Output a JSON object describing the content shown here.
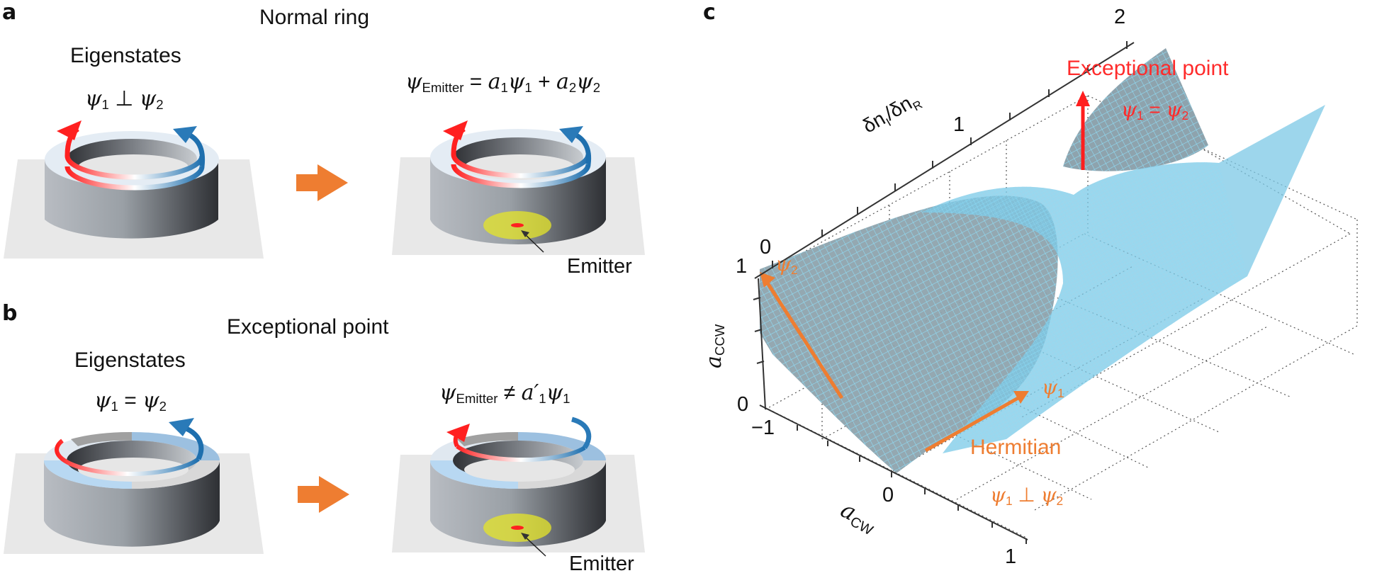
{
  "panel_a": {
    "label": "a",
    "title": "Normal ring",
    "eigen_heading": "Eigenstates",
    "eigen_relation": {
      "lhs": "ψ",
      "lhs_sub": "1",
      "op": " ⊥ ",
      "rhs": "ψ",
      "rhs_sub": "2"
    },
    "emitter_equation": {
      "psi": "ψ",
      "psi_sub": "Emitter",
      "eq": " = ",
      "a1": "a",
      "a1_sub": "1",
      "psi1": "ψ",
      "psi1_sub": "1",
      "plus": " + ",
      "a2": "a",
      "a2_sub": "2",
      "psi2": "ψ",
      "psi2_sub": "2"
    },
    "emitter_label": "Emitter"
  },
  "panel_b": {
    "label": "b",
    "title": "Exceptional point",
    "eigen_heading": "Eigenstates",
    "eigen_relation": {
      "lhs": "ψ",
      "lhs_sub": "1",
      "op": " = ",
      "rhs": "ψ",
      "rhs_sub": "2"
    },
    "emitter_equation": {
      "psi": "ψ",
      "psi_sub": "Emitter",
      "neq": " ≠ ",
      "a": "a′",
      "a_sub": "1",
      "psi1": "ψ",
      "psi1_sub": "1"
    },
    "emitter_label": "Emitter"
  },
  "panel_c": {
    "label": "c",
    "axes": {
      "delta_n_axis_label": "δn",
      "delta_n_axis_label_sub1": "I",
      "delta_n_axis_label_mid": "/δn",
      "delta_n_axis_label_sub2": "R",
      "delta_n_ticks": [
        "0",
        "1",
        "2"
      ],
      "a_ccw_label": "a",
      "a_ccw_sub": "CCW",
      "a_ccw_ticks": [
        "0",
        "1"
      ],
      "a_cw_label": "a",
      "a_cw_sub": "CW",
      "a_cw_ticks": [
        "−1",
        "0",
        "1"
      ]
    },
    "annotations": {
      "exceptional_point": "Exceptional point",
      "ep_relation": {
        "lhs": "ψ",
        "lhs_sub": "1",
        "op": " = ",
        "rhs": "ψ",
        "rhs_sub": "2"
      },
      "hermitian": "Hermitian",
      "hermitian_relation": {
        "lhs": "ψ",
        "lhs_sub": "1",
        "op": " ⊥ ",
        "rhs": "ψ",
        "rhs_sub": "2"
      },
      "psi1": {
        "sym": "ψ",
        "sub": "1"
      },
      "psi2": {
        "sym": "ψ",
        "sub": "2"
      }
    }
  },
  "colors": {
    "cw_arrow_red": "#ff2020",
    "ccw_arrow_blue": "#2a7ab8",
    "transition_arrow_orange": "#ee7d31",
    "vector_orange": "#ee7d31",
    "ep_red": "#ff2b2b",
    "surface_blue": "#7cc8e6",
    "surface_grey": "#8ea3ad",
    "emitter_glow_yellow": "#e6e628",
    "substrate_grey": "#e8e8e8"
  },
  "chart_data": {
    "type": "surface3d",
    "title": "",
    "xlabel": "a_CW",
    "ylabel": "δn_I/δn_R",
    "zlabel": "a_CCW",
    "x_ticks": [
      -1,
      0,
      1
    ],
    "y_ticks": [
      0,
      1,
      2
    ],
    "z_ticks": [
      0,
      1
    ],
    "xlim": [
      -1,
      1
    ],
    "ylim": [
      0,
      2
    ],
    "zlim": [
      0,
      1
    ],
    "grid": true,
    "annotations": [
      {
        "text": "Exceptional point",
        "note": "ψ1 = ψ2",
        "at_delta_n": 1.0
      },
      {
        "text": "Hermitian",
        "note": "ψ1 ⊥ ψ2",
        "at_delta_n": 0
      },
      {
        "vector": "ψ1",
        "direction": "a_CW → +1, a_CCW = 0 at δn=0"
      },
      {
        "vector": "ψ2",
        "direction": "a_CW = 0 → a_CCW = 1 at δn=0"
      }
    ]
  }
}
